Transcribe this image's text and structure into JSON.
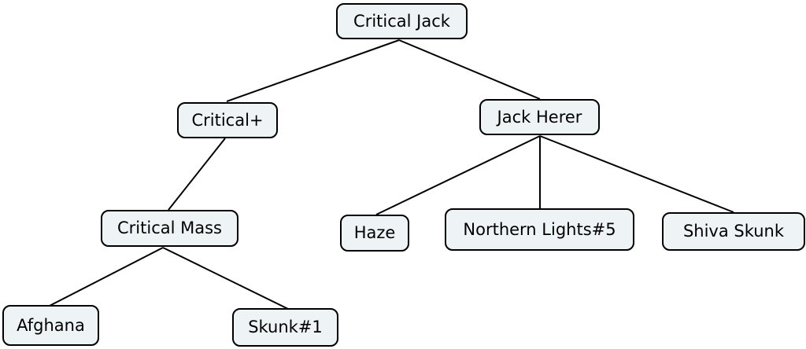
{
  "diagram": {
    "type": "tree",
    "nodes": {
      "critical_jack": "Critical Jack",
      "critical_plus": "Critical+",
      "jack_herer": "Jack Herer",
      "critical_mass": "Critical Mass",
      "haze": "Haze",
      "northern_lights_5": "Northern Lights#5",
      "shiva_skunk": "Shiva Skunk",
      "afghana": "Afghana",
      "skunk_1": "Skunk#1"
    },
    "edges": [
      [
        "critical_jack",
        "critical_plus"
      ],
      [
        "critical_jack",
        "jack_herer"
      ],
      [
        "critical_plus",
        "critical_mass"
      ],
      [
        "critical_mass",
        "afghana"
      ],
      [
        "critical_mass",
        "skunk_1"
      ],
      [
        "jack_herer",
        "haze"
      ],
      [
        "jack_herer",
        "northern_lights_5"
      ],
      [
        "jack_herer",
        "shiva_skunk"
      ]
    ]
  },
  "colors": {
    "node_fill": "#eef3f6",
    "node_border": "#000000",
    "edge": "#000000"
  }
}
